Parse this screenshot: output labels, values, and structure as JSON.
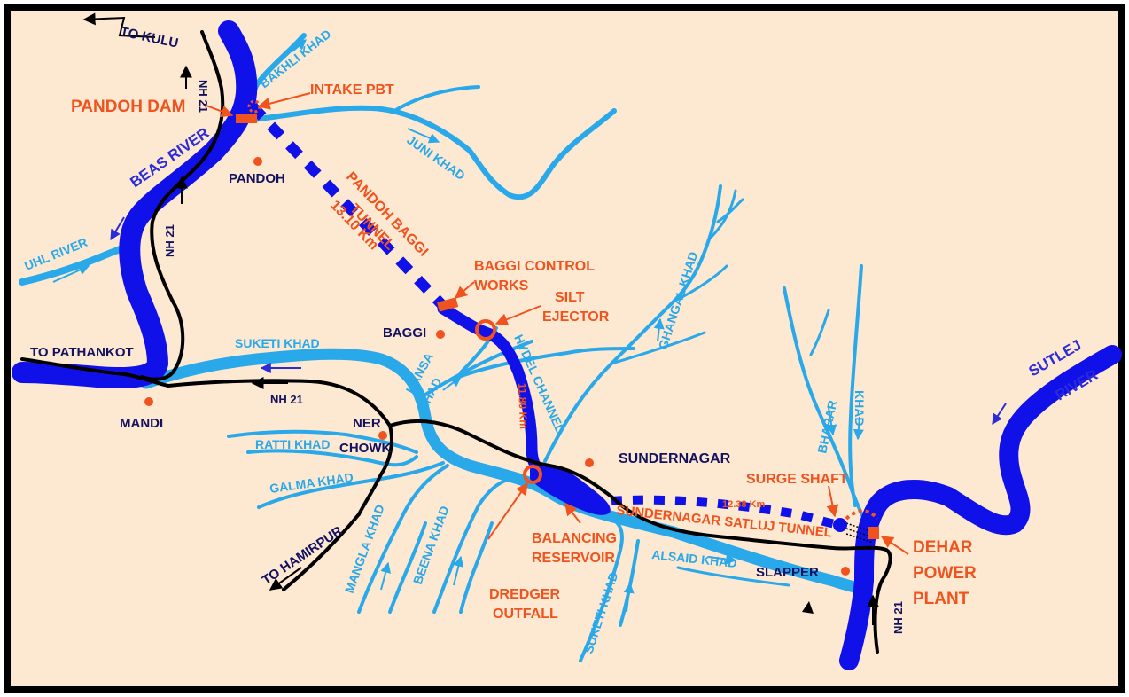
{
  "colors": {
    "background": "#fde8d2",
    "frame": "#000000",
    "main_river": "#1010e8",
    "stream": "#29a8ea",
    "road": "#000000",
    "feature": "#f0531d",
    "place_text": "#12125f"
  },
  "icons": {
    "settlement": "red-dot-icon",
    "feature_marker": "red-bar-icon",
    "silt_ejector": "red-ring-icon",
    "flow_arrow": "flow-arrow-icon"
  },
  "labels": {
    "to_kulu": "TO KULU",
    "to_pathankot": "TO PATHANKOT",
    "to_hamirpur": "TO HAMIRPUR",
    "nh21_north": "NH 21",
    "nh21_west": "NH 21",
    "nh21_mandi": "NH 21",
    "nh21_south": "NH 21",
    "pandoh_dam": "PANDOH DAM",
    "intake_pbt": "INTAKE PBT",
    "bakhli_khad": "BAKHLI KHAD",
    "beas_river": "BEAS RIVER",
    "pandoh": "PANDOH",
    "juni_khad": "JUNI KHAD",
    "uhl_river": "UHL RIVER",
    "tunnel_name": "PANDOH BAGGI",
    "tunnel_length": "13.10 Km",
    "tunnel_word": "TUNNEL",
    "baggi_control_1": "BAGGI CONTROL",
    "baggi_control_2": "WORKS",
    "silt_1": "SILT",
    "silt_2": "EJECTOR",
    "baggi": "BAGGI",
    "suketi_khad_north": "SUKETI KHAD",
    "mandi": "MANDI",
    "kansa": "KANSA",
    "khad_kansa": "KHAD",
    "hydel_channel": "HYDEL CHANNEL",
    "hydel_length": "11.80 Km",
    "ghangal_khad": "GHANGAL KHAD",
    "ner": "NER",
    "chowk": "CHOWK",
    "ratti_khad": "RATTI KHAD",
    "galma_khad": "GALMA KHAD",
    "sundernagar": "SUNDERNAGAR",
    "mangla_khad": "MANGLA KHAD",
    "beena_khad": "BEENA KHAD",
    "balancing_1": "BALANCING",
    "balancing_2": "RESERVOIR",
    "dredger_1": "DREDGER",
    "dredger_2": "OUTFALL",
    "suketi_khad_south": "SUKETI KHAD",
    "alsaid_khad": "ALSAID KHAD",
    "slapper": "SLAPPER",
    "surge_shaft": "SURGE SHAFT",
    "sstunnel_length": "12.38 Km",
    "sstunnel_name": "SUNDERNAGAR SATLUJ TUNNEL",
    "bharar": "BHARAR",
    "khad_bharar": "KHAD",
    "sutlej": "SUTLEJ",
    "sutlej_river_word": "RIVER",
    "dehar_1": "DEHAR",
    "dehar_2": "POWER",
    "dehar_3": "PLANT"
  }
}
